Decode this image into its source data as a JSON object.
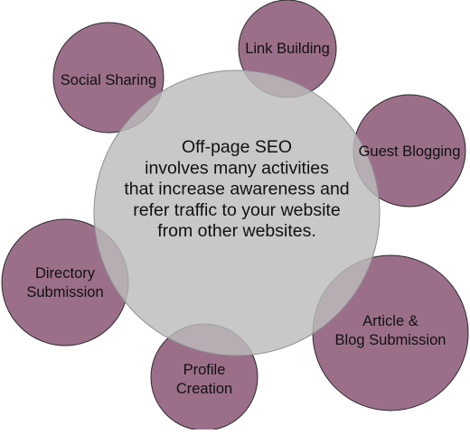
{
  "diagram": {
    "center": {
      "lines": [
        "Off-page SEO",
        "involves many activities",
        "that increase awareness and",
        "refer traffic to your website",
        "from other websites."
      ]
    },
    "activities": [
      {
        "id": "social-sharing",
        "lines": [
          "Social Sharing"
        ]
      },
      {
        "id": "link-building",
        "lines": [
          "Link Building"
        ]
      },
      {
        "id": "guest-blogging",
        "lines": [
          "Guest Blogging"
        ]
      },
      {
        "id": "article-blog-submission",
        "lines": [
          "Article &",
          "Blog Submission"
        ]
      },
      {
        "id": "profile-creation",
        "lines": [
          "Profile",
          "Creation"
        ]
      },
      {
        "id": "directory-submission",
        "lines": [
          "Directory",
          "Submission"
        ]
      }
    ]
  },
  "colors": {
    "outer_fill": "#9b6f8a",
    "outer_stroke": "#2b2b2b",
    "center_fill": "#bcbcbc",
    "center_opacity": "0.82",
    "center_stroke": "#8e8e8e",
    "text": "#111111"
  }
}
